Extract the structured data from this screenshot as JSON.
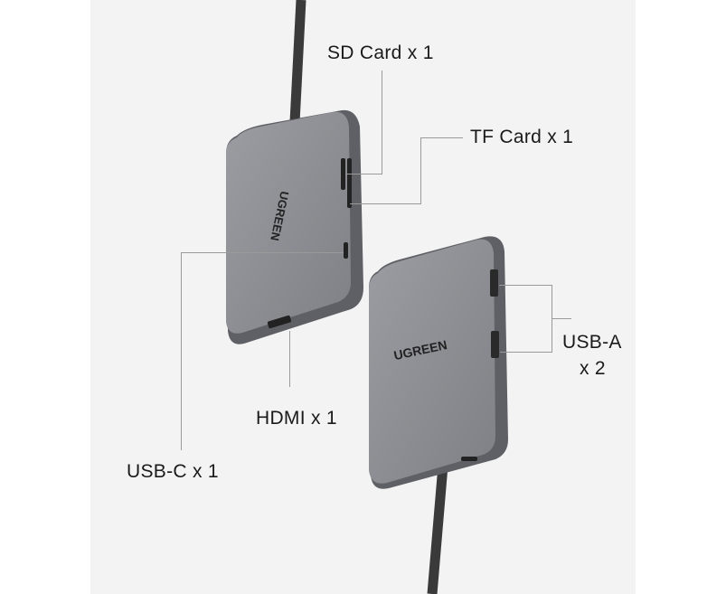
{
  "brand": "UGREEN",
  "labels": {
    "sd_card": "SD Card x 1",
    "tf_card": "TF Card x 1",
    "hdmi": "HDMI x 1",
    "usb_c": "USB-C x 1",
    "usb_a_line1": "USB-A",
    "usb_a_line2": "x 2"
  },
  "colors": {
    "background": "#f3f3f3",
    "device": "#8e8f94",
    "line": "#9a9a9a"
  }
}
